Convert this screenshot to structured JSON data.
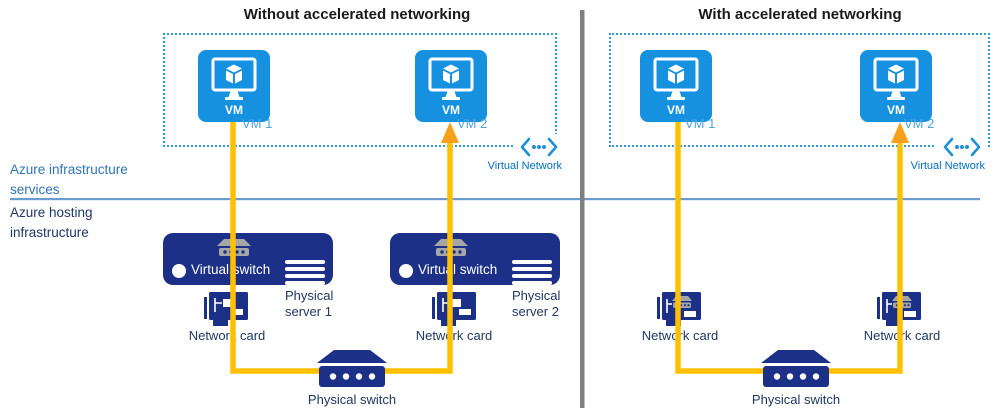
{
  "colors": {
    "vm_blue": "#1591DF",
    "navy_icon": "#1B3086",
    "navy_text": "#1F3864",
    "side_label_blue": "#2E74B5",
    "vm_sublabel_blue": "#4BA3DC",
    "virtual_network_blue": "#0070C0",
    "dotted_border_blue": "#2E9BD5",
    "hosting_divider_blue": "#6C9BD2",
    "section_divider_gray": "#7F7F7F",
    "flow_line_yellow": "#FFC000",
    "flow_arrow_orange": "#F7A11A",
    "switch_icon_gray": "#A6A6A6"
  },
  "side_labels": {
    "infrastructure_services": "Azure infrastructure services",
    "hosting_infrastructure": "Azure hosting infrastructure"
  },
  "left": {
    "title": "Without accelerated networking",
    "vm_icon_text": "VM",
    "vm1": "VM 1",
    "vm2": "VM 2",
    "virtual_network": "Virtual Network",
    "virtual_switch": "Virtual switch",
    "physical_server1": "Physical server 1",
    "physical_server2": "Physical server 2",
    "network_card": "Network card",
    "physical_switch": "Physical switch"
  },
  "right": {
    "title": "With accelerated networking",
    "vm_icon_text": "VM",
    "vm1": "VM 1",
    "vm2": "VM 2",
    "virtual_network": "Virtual Network",
    "network_card": "Network card",
    "physical_switch": "Physical switch"
  }
}
